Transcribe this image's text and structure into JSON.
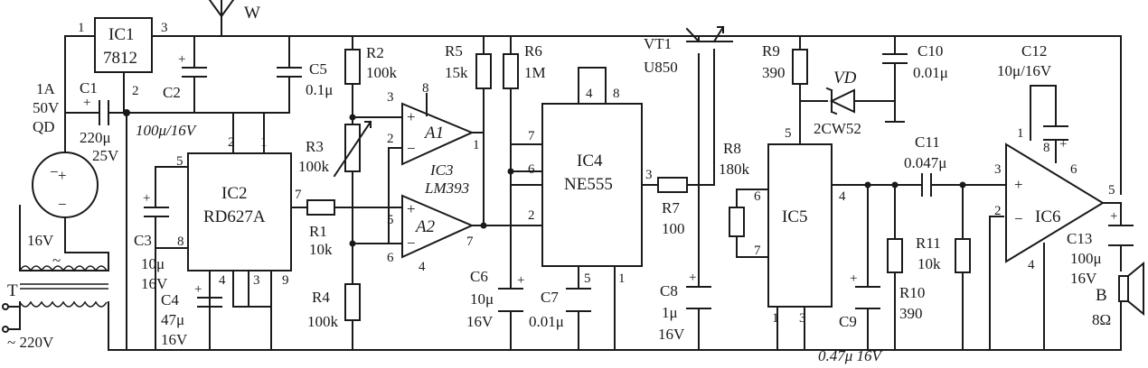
{
  "components": {
    "ic1": {
      "name": "IC1",
      "part": "7812",
      "pins": [
        "1",
        "2",
        "3"
      ]
    },
    "ic2": {
      "name": "IC2",
      "part": "RD627A",
      "pins": [
        "2",
        "1",
        "5",
        "7",
        "8",
        "4",
        "3",
        "9"
      ]
    },
    "ic3": {
      "name": "IC3",
      "part": "LM393"
    },
    "a1": {
      "name": "A1",
      "pins": [
        "3",
        "8",
        "2",
        "1"
      ],
      "plus": "+",
      "minus": "−"
    },
    "a2": {
      "name": "A2",
      "pins": [
        "5",
        "6",
        "7",
        "4"
      ],
      "plus": "+",
      "minus": "−"
    },
    "ic4": {
      "name": "IC4",
      "part": "NE555",
      "pins": [
        "4",
        "8",
        "7",
        "6",
        "2",
        "3",
        "5",
        "1"
      ]
    },
    "ic5": {
      "name": "IC5",
      "pins": [
        "5",
        "6",
        "7",
        "4",
        "1",
        "3"
      ]
    },
    "ic6": {
      "name": "IC6",
      "pins": [
        "1",
        "8",
        "6",
        "3",
        "2",
        "5",
        "4"
      ],
      "plus": "+",
      "minus": "−"
    },
    "vt1": {
      "name": "VT1",
      "part": "U850"
    },
    "vd": {
      "name": "VD",
      "part": "2CW52"
    },
    "antenna": {
      "name": "W"
    },
    "fuse": {
      "rating_a": "1A",
      "rating_v": "50V",
      "name": "QD",
      "plus": "+",
      "minus": "−"
    },
    "transformer": {
      "name": "T",
      "primary": "~ 220V",
      "secondary": "16V",
      "tilde": "~"
    },
    "speaker": {
      "name": "B",
      "value": "8Ω"
    },
    "c1": {
      "name": "C1",
      "value": "220μ",
      "voltage": "25V"
    },
    "c2": {
      "name": "C2",
      "value": "100μ/16V"
    },
    "c3": {
      "name": "C3",
      "value": "10μ",
      "voltage": "16V"
    },
    "c4": {
      "name": "C4",
      "value": "47μ",
      "voltage": "16V"
    },
    "c5": {
      "name": "C5",
      "value": "0.1μ"
    },
    "c6": {
      "name": "C6",
      "value": "10μ",
      "voltage": "16V"
    },
    "c7": {
      "name": "C7",
      "value": "0.01μ"
    },
    "c8": {
      "name": "C8",
      "value": "1μ",
      "voltage": "16V"
    },
    "c9": {
      "name": "C9",
      "value": "0.47μ 16V"
    },
    "c10": {
      "name": "C10",
      "value": "0.01μ"
    },
    "c11": {
      "name": "C11",
      "value": "0.047μ"
    },
    "c12": {
      "name": "C12",
      "value": "10μ/16V"
    },
    "c13": {
      "name": "C13",
      "value": "100μ",
      "voltage": "16V"
    },
    "r1": {
      "name": "R1",
      "value": "10k"
    },
    "r2": {
      "name": "R2",
      "value": "100k"
    },
    "r3": {
      "name": "R3",
      "value": "100k"
    },
    "r4": {
      "name": "R4",
      "value": "100k"
    },
    "r5": {
      "name": "R5",
      "value": "15k"
    },
    "r6": {
      "name": "R6",
      "value": "1M"
    },
    "r7": {
      "name": "R7",
      "value": "100"
    },
    "r8": {
      "name": "R8",
      "value": "180k"
    },
    "r9": {
      "name": "R9",
      "value": "390"
    },
    "r10": {
      "name": "R10",
      "value": "390"
    },
    "r11": {
      "name": "R11",
      "value": "10k"
    }
  }
}
